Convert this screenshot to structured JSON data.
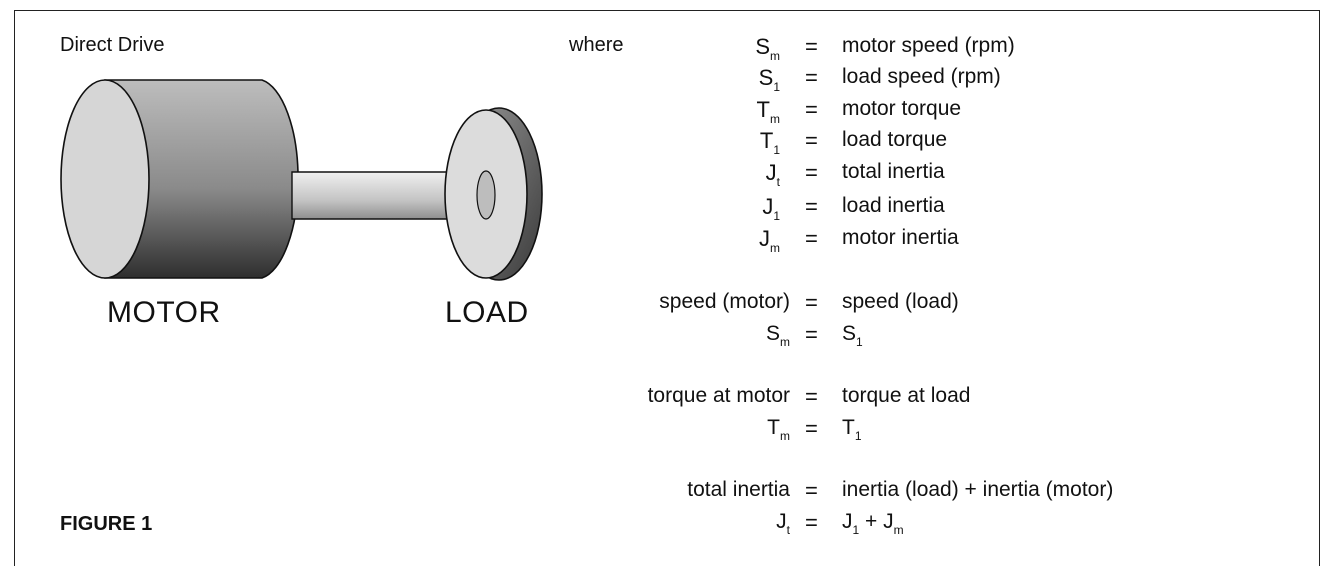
{
  "diagram": {
    "title": "Direct Drive",
    "motor_label": "MOTOR",
    "load_label": "LOAD",
    "figure_label": "FIGURE 1"
  },
  "definitions": {
    "where_label": "where",
    "items": [
      {
        "symbol": "S",
        "sub": "m",
        "eq": "=",
        "text": "motor speed (rpm)"
      },
      {
        "symbol": "S",
        "sub": "1",
        "eq": "=",
        "text": "load speed (rpm)"
      },
      {
        "symbol": "T",
        "sub": "m",
        "eq": "=",
        "text": "motor torque"
      },
      {
        "symbol": "T",
        "sub": "1",
        "eq": "=",
        "text": "load torque"
      },
      {
        "symbol": "J",
        "sub": "t",
        "eq": "=",
        "text": "total inertia"
      },
      {
        "symbol": "J",
        "sub": "1",
        "eq": "=",
        "text": "load inertia"
      },
      {
        "symbol": "J",
        "sub": "m",
        "eq": "=",
        "text": "motor inertia"
      }
    ]
  },
  "equations": [
    {
      "lhs_text": "speed (motor)",
      "eq": "=",
      "rhs_text": "speed (load)",
      "lhs_sym": "S",
      "lhs_sub": "m",
      "rhs_sym": "S",
      "rhs_sub": "1"
    },
    {
      "lhs_text": "torque at motor",
      "eq": "=",
      "rhs_text": "torque at load",
      "lhs_sym": "T",
      "lhs_sub": "m",
      "rhs_sym": "T",
      "rhs_sub": "1"
    },
    {
      "lhs_text": "total inertia",
      "eq": "=",
      "rhs_text": "inertia (load) + inertia (motor)",
      "lhs_sym": "J",
      "lhs_sub": "t",
      "rhs_a": "J",
      "rhs_a_sub": "1",
      "rhs_plus": "+",
      "rhs_b": "J",
      "rhs_b_sub": "m"
    }
  ]
}
